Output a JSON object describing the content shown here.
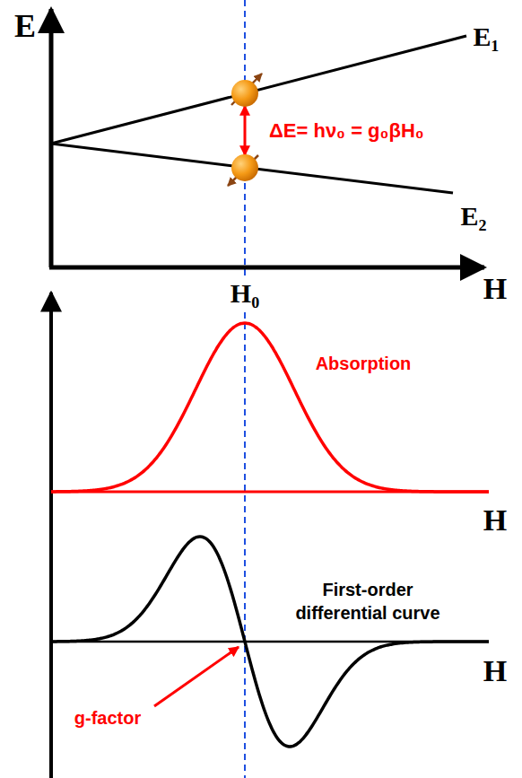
{
  "diagram": {
    "labels": [
      "E",
      "E₁",
      "E₂",
      "ΔE= hν₀ = g₀βH₀",
      "H₀",
      "H",
      "H",
      "Absorption",
      "H",
      "First-order differential curve",
      "g-factor"
    ]
  }
}
